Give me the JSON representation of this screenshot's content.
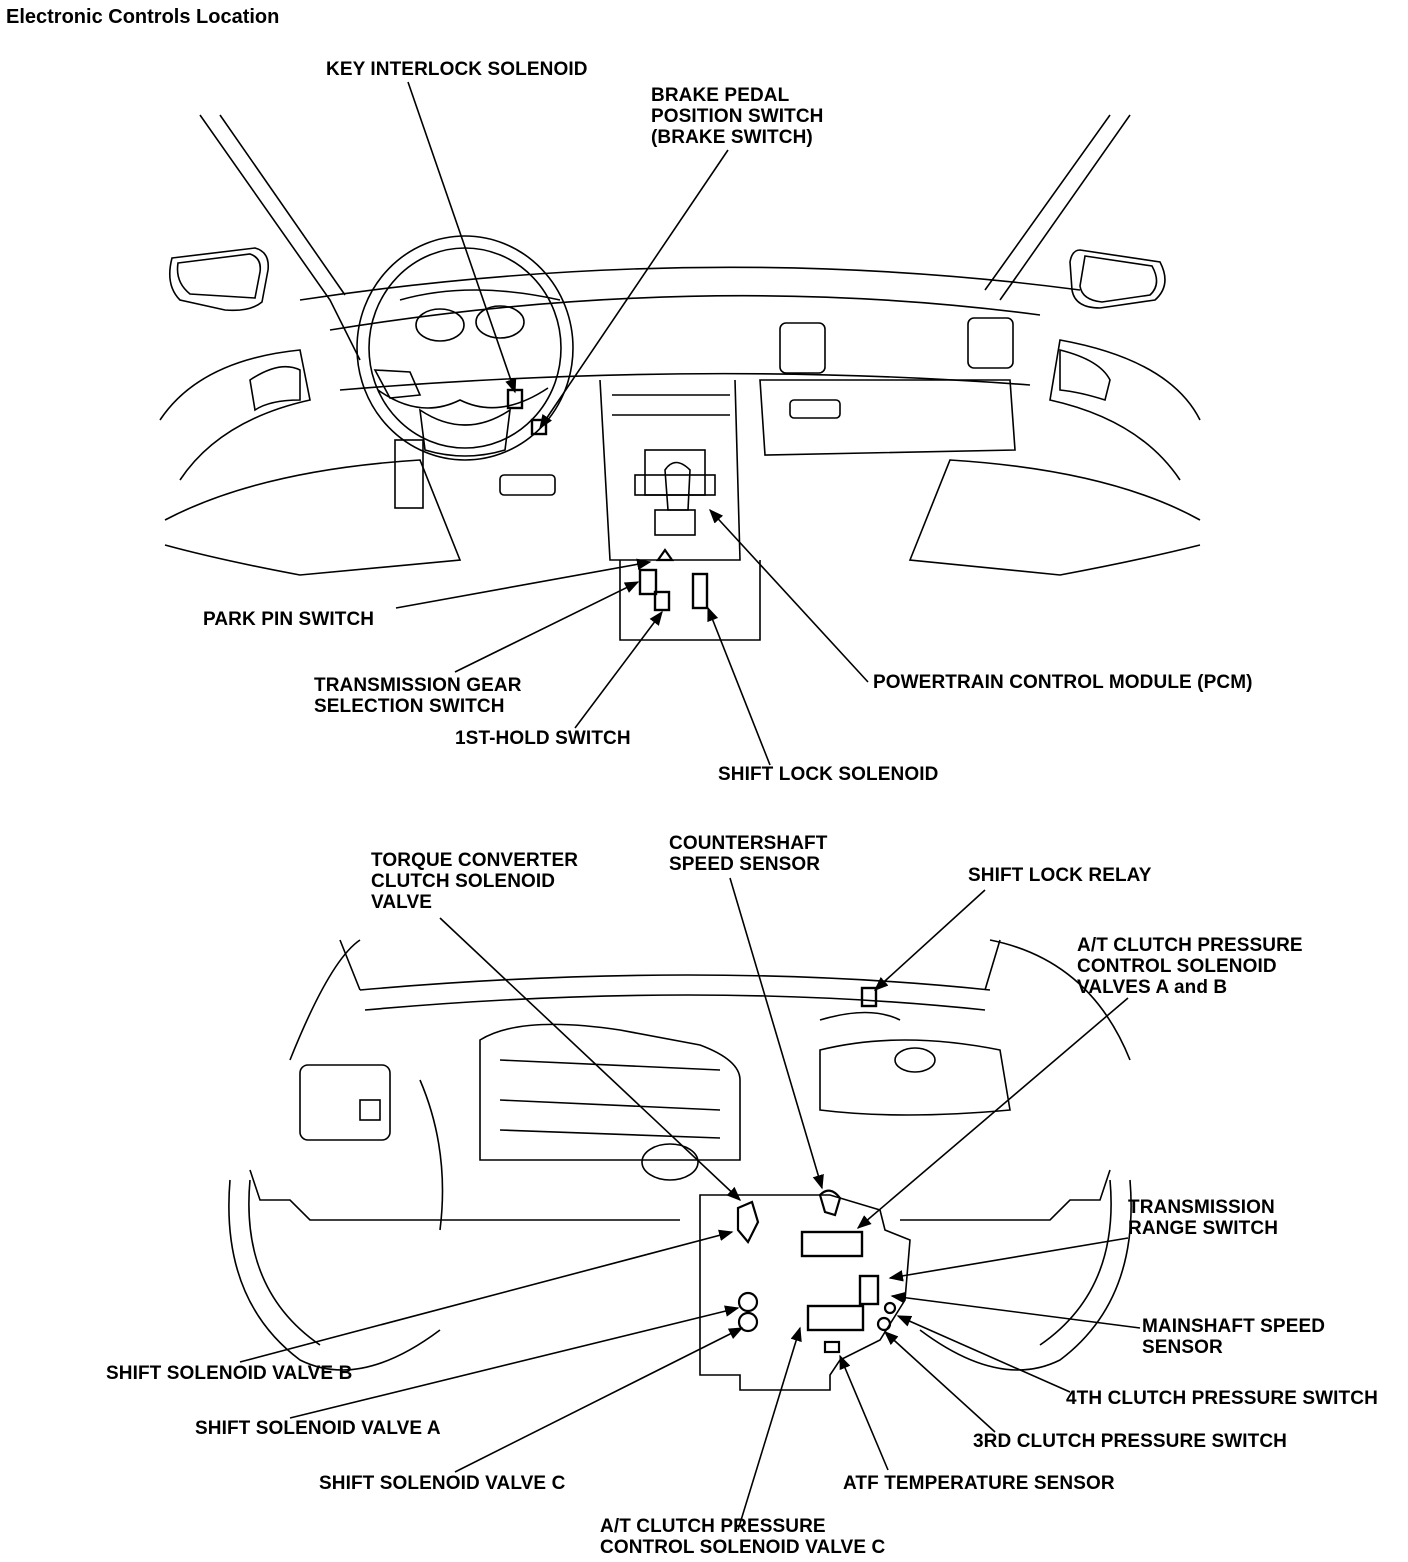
{
  "title": "Electronic Controls Location",
  "interior": {
    "labels": {
      "key_interlock": [
        "KEY INTERLOCK SOLENOID"
      ],
      "brake_switch": [
        "BRAKE PEDAL",
        "POSITION SWITCH",
        "(BRAKE SWITCH)"
      ],
      "park_pin": [
        "PARK PIN SWITCH"
      ],
      "gear_selection": [
        "TRANSMISSION GEAR",
        "SELECTION SWITCH"
      ],
      "first_hold": [
        "1ST-HOLD SWITCH"
      ],
      "shift_lock_solenoid": [
        "SHIFT LOCK SOLENOID"
      ],
      "pcm": [
        "POWERTRAIN CONTROL MODULE (PCM)"
      ]
    }
  },
  "engine": {
    "labels": {
      "tcc_solenoid": [
        "TORQUE CONVERTER",
        "CLUTCH SOLENOID",
        "VALVE"
      ],
      "countershaft": [
        "COUNTERSHAFT",
        "SPEED SENSOR"
      ],
      "shift_lock_relay": [
        "SHIFT LOCK RELAY"
      ],
      "atc_ab": [
        "A/T CLUTCH PRESSURE",
        "CONTROL SOLENOID",
        "VALVES A and B"
      ],
      "range_switch": [
        "TRANSMISSION",
        "RANGE SWITCH"
      ],
      "mainshaft": [
        "MAINSHAFT SPEED",
        "SENSOR"
      ],
      "fourth_clutch": [
        "4TH CLUTCH PRESSURE SWITCH"
      ],
      "third_clutch": [
        "3RD CLUTCH PRESSURE SWITCH"
      ],
      "atf_temp": [
        "ATF TEMPERATURE SENSOR"
      ],
      "atc_c": [
        "A/T CLUTCH PRESSURE",
        "CONTROL SOLENOID VALVE C"
      ],
      "shift_b": [
        "SHIFT SOLENOID VALVE B"
      ],
      "shift_a": [
        "SHIFT SOLENOID VALVE A"
      ],
      "shift_c": [
        "SHIFT SOLENOID VALVE C"
      ]
    }
  }
}
